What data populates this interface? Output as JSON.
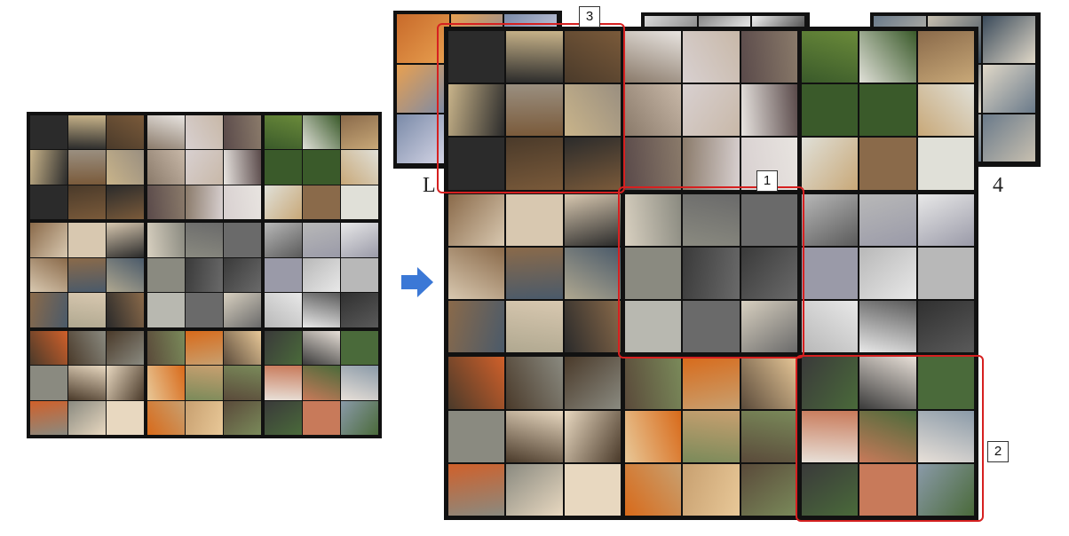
{
  "callouts": {
    "one": "1",
    "two": "2",
    "three": "3"
  },
  "stack_labels": {
    "left": "L",
    "right": "4"
  },
  "colors": {
    "highlight": "#d62020",
    "arrow": "#3b78d6",
    "grid_border": "#111111"
  },
  "icons": {
    "arrow": "right-arrow-icon"
  }
}
